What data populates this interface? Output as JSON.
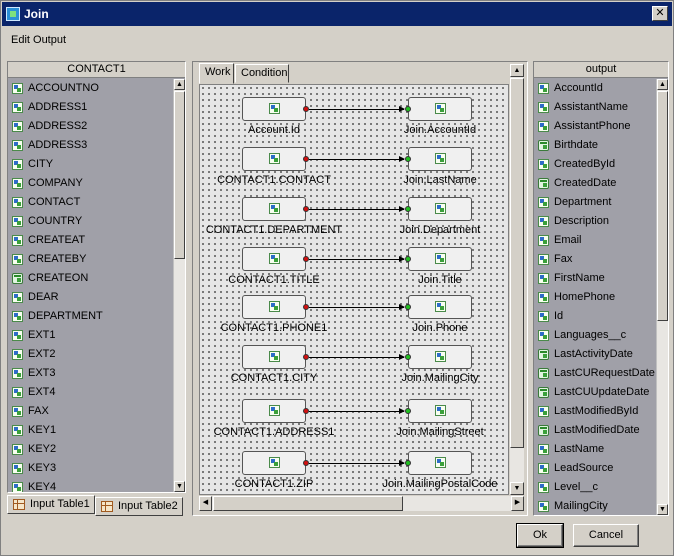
{
  "window": {
    "title": "Join",
    "close_glyph": "✕"
  },
  "menu": {
    "edit_output": "Edit Output"
  },
  "left_panel": {
    "header": "CONTACT1",
    "items": [
      {
        "label": "ACCOUNTNO",
        "icon": "text-field-icon"
      },
      {
        "label": "ADDRESS1",
        "icon": "text-field-icon"
      },
      {
        "label": "ADDRESS2",
        "icon": "text-field-icon"
      },
      {
        "label": "ADDRESS3",
        "icon": "text-field-icon"
      },
      {
        "label": "CITY",
        "icon": "text-field-icon"
      },
      {
        "label": "COMPANY",
        "icon": "text-field-icon"
      },
      {
        "label": "CONTACT",
        "icon": "text-field-icon"
      },
      {
        "label": "COUNTRY",
        "icon": "text-field-icon"
      },
      {
        "label": "CREATEAT",
        "icon": "text-field-icon"
      },
      {
        "label": "CREATEBY",
        "icon": "text-field-icon"
      },
      {
        "label": "CREATEON",
        "icon": "date-field-icon"
      },
      {
        "label": "DEAR",
        "icon": "text-field-icon"
      },
      {
        "label": "DEPARTMENT",
        "icon": "text-field-icon"
      },
      {
        "label": "EXT1",
        "icon": "text-field-icon"
      },
      {
        "label": "EXT2",
        "icon": "text-field-icon"
      },
      {
        "label": "EXT3",
        "icon": "text-field-icon"
      },
      {
        "label": "EXT4",
        "icon": "text-field-icon"
      },
      {
        "label": "FAX",
        "icon": "text-field-icon"
      },
      {
        "label": "KEY1",
        "icon": "text-field-icon"
      },
      {
        "label": "KEY2",
        "icon": "text-field-icon"
      },
      {
        "label": "KEY3",
        "icon": "text-field-icon"
      },
      {
        "label": "KEY4",
        "icon": "text-field-icon"
      }
    ],
    "tabs": [
      "Input Table1",
      "Input Table2"
    ]
  },
  "center": {
    "tabs": [
      "Work",
      "Condition"
    ],
    "mappings": [
      {
        "source": "Account.Id",
        "target": "Join.AccountId"
      },
      {
        "source": "CONTACT1.CONTACT",
        "target": "Join.LastName"
      },
      {
        "source": "CONTACT1.DEPARTMENT",
        "target": "Join.Department"
      },
      {
        "source": "CONTACT1.TITLE",
        "target": "Join.Title"
      },
      {
        "source": "CONTACT1.PHONE1",
        "target": "Join.Phone"
      },
      {
        "source": "CONTACT1.CITY",
        "target": "Join.MailingCity"
      },
      {
        "source": "CONTACT1.ADDRESS1",
        "target": "Join.MailingStreet"
      },
      {
        "source": "CONTACT1.ZIP",
        "target": "Join.MailingPostalCode"
      }
    ]
  },
  "right_panel": {
    "header": "output",
    "items": [
      {
        "label": "AccountId",
        "icon": "text-field-icon"
      },
      {
        "label": "AssistantName",
        "icon": "text-field-icon"
      },
      {
        "label": "AssistantPhone",
        "icon": "text-field-icon"
      },
      {
        "label": "Birthdate",
        "icon": "date-field-icon"
      },
      {
        "label": "CreatedById",
        "icon": "text-field-icon"
      },
      {
        "label": "CreatedDate",
        "icon": "date-field-icon"
      },
      {
        "label": "Department",
        "icon": "text-field-icon"
      },
      {
        "label": "Description",
        "icon": "text-field-icon"
      },
      {
        "label": "Email",
        "icon": "text-field-icon"
      },
      {
        "label": "Fax",
        "icon": "text-field-icon"
      },
      {
        "label": "FirstName",
        "icon": "text-field-icon"
      },
      {
        "label": "HomePhone",
        "icon": "text-field-icon"
      },
      {
        "label": "Id",
        "icon": "text-field-icon"
      },
      {
        "label": "Languages__c",
        "icon": "text-field-icon"
      },
      {
        "label": "LastActivityDate",
        "icon": "date-field-icon"
      },
      {
        "label": "LastCURequestDate",
        "icon": "date-field-icon"
      },
      {
        "label": "LastCUUpdateDate",
        "icon": "date-field-icon"
      },
      {
        "label": "LastModifiedById",
        "icon": "text-field-icon"
      },
      {
        "label": "LastModifiedDate",
        "icon": "date-field-icon"
      },
      {
        "label": "LastName",
        "icon": "text-field-icon"
      },
      {
        "label": "LeadSource",
        "icon": "text-field-icon"
      },
      {
        "label": "Level__c",
        "icon": "text-field-icon"
      },
      {
        "label": "MailingCity",
        "icon": "text-field-icon"
      }
    ]
  },
  "buttons": {
    "ok": "Ok",
    "cancel": "Cancel"
  }
}
